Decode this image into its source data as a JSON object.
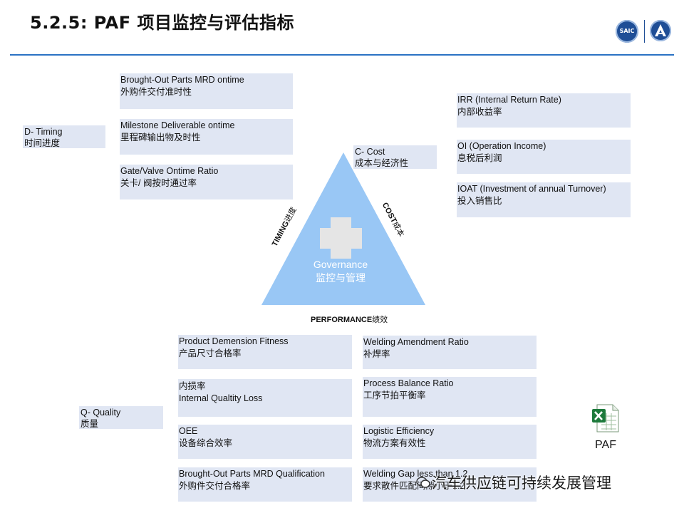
{
  "title": "5.2.5: PAF 项目监控与评估指标",
  "center": {
    "line1": "Governance",
    "line2": "监控与管理"
  },
  "edges": {
    "timing": {
      "en": "TIMING",
      "cn": "进度"
    },
    "cost": {
      "en": "COST",
      "cn": "成本"
    },
    "performance": {
      "en": "PERFORMANCE",
      "cn": "绩效"
    }
  },
  "categories": {
    "timing": {
      "en": "D- Timing",
      "cn": "时间进度"
    },
    "cost": {
      "en": "C- Cost",
      "cn": "成本与经济性"
    },
    "quality": {
      "en": "Q- Quality",
      "cn": "质量"
    }
  },
  "timing_items": [
    {
      "en": "Brought-Out Parts MRD  ontime",
      "cn": "外购件交付准时性"
    },
    {
      "en": "Milestone Deliverable   ontime",
      "cn": "里程碑输出物及时性"
    },
    {
      "en": "Gate/Valve Ontime Ratio",
      "cn": "关卡/ 阀按时通过率"
    }
  ],
  "cost_items": [
    {
      "en": "IRR (Internal Return Rate)",
      "cn": "内部收益率"
    },
    {
      "en": "OI (Operation Income)",
      "cn": "息税后利润"
    },
    {
      "en": "IOAT (Investment  of annual Turnover)",
      "cn": "投入销售比"
    }
  ],
  "quality_left": [
    {
      "l1": "Product Demension  Fitness",
      "l2": "产品尺寸合格率"
    },
    {
      "l1": "内损率",
      "l2": "Internal  Qualtity Loss"
    },
    {
      "l1": "OEE",
      "l2": "设备综合效率"
    },
    {
      "l1": "Brought-Out Parts MRD  Qualification",
      "l2": "外购件交付合格率"
    }
  ],
  "quality_right": [
    {
      "l1": "Welding Amendment Ratio",
      "l2": "补焊率"
    },
    {
      "l1": "Process Balance Ratio",
      "l2": "工序节拍平衡率"
    },
    {
      "l1": "Logistic Efficiency",
      "l2": "物流方案有效性"
    },
    {
      "l1": "Welding Gap less than 1.2",
      "l2": "要求散件匹配间隙小于1.2"
    }
  ],
  "attachment": {
    "label": "PAF",
    "icon": "excel-file-icon"
  },
  "watermark": "汽车供应链可持续发展管理",
  "logos": {
    "saic": "SAIC"
  },
  "colors": {
    "box_fill": "#e0e6f3",
    "triangle": "#99c7f5",
    "rule": "#2b72c4",
    "logo": "#1f4e96"
  }
}
